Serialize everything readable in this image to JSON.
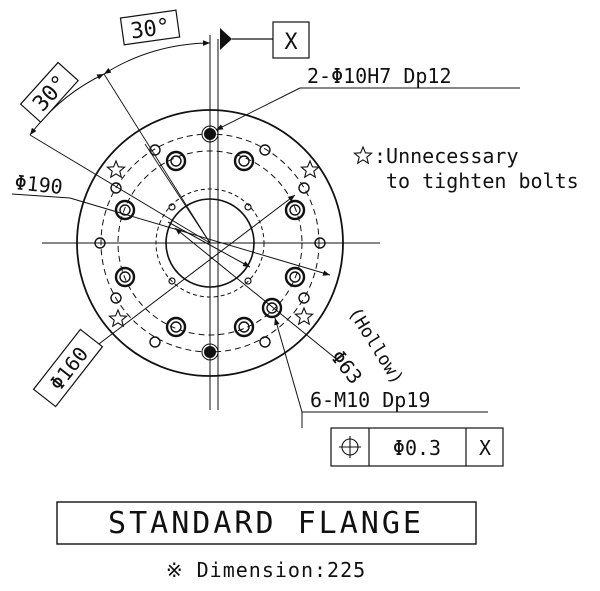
{
  "datum_letter": "X",
  "angle_top": "30°",
  "angle_left": "30°",
  "pin_hole_callout": "2-Φ10H7 Dp12",
  "star_symbol": "☆",
  "star_note_line1": ":Unnecessary",
  "star_note_line2": "to tighten bolts",
  "dia_190": "Φ190",
  "dia_160": "Φ160",
  "dia_63": "Φ63",
  "hollow_note": "(Hollow)",
  "tapped_callout": "6-M10 Dp19",
  "tolerance_symbol": "⌖",
  "tolerance_value": "Φ0.3",
  "tolerance_datum": "X",
  "title": "STANDARD FLANGE",
  "footnote": "※ Dimension:225",
  "colors": {
    "line": "#111111",
    "background": "#ffffff"
  }
}
